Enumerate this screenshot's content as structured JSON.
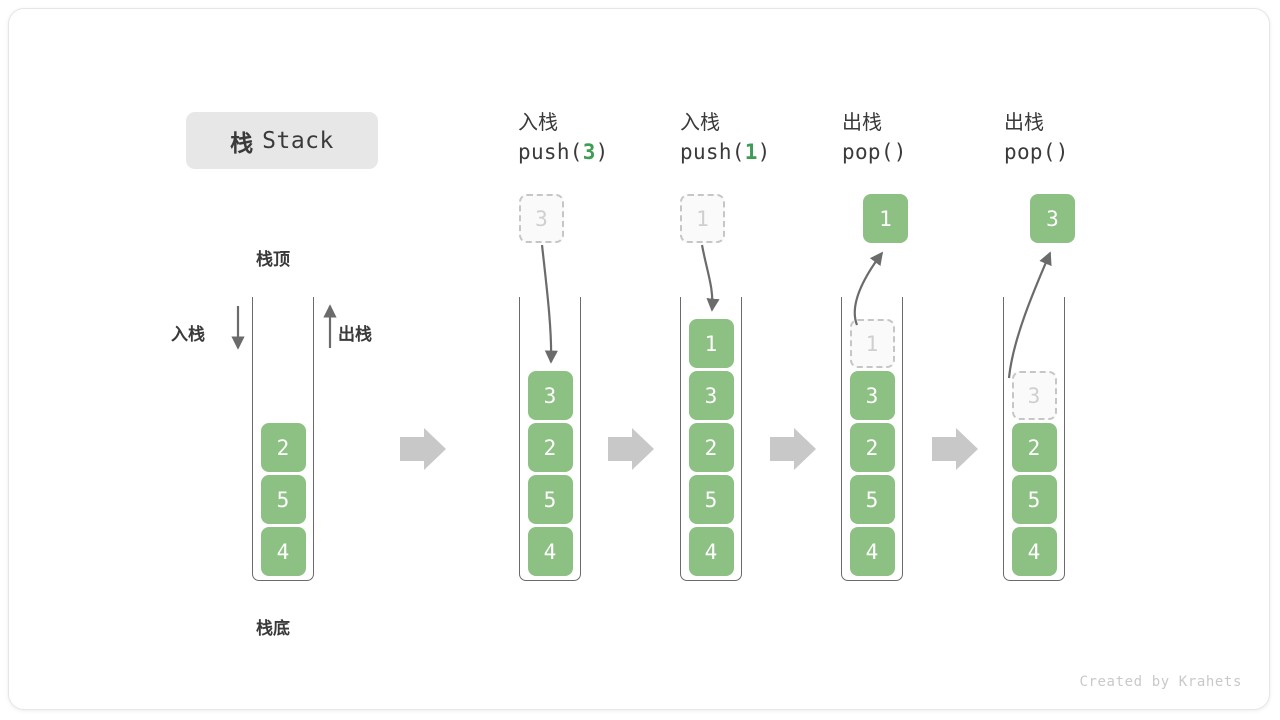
{
  "title": {
    "cn": "栈",
    "en": "Stack"
  },
  "labels": {
    "top": "栈顶",
    "bottom": "栈底",
    "push": "入栈",
    "pop": "出栈"
  },
  "credit": "Created by Krahets",
  "colors": {
    "cell_fill": "#8cc183",
    "cell_text": "#ffffff",
    "ghost_border": "#c6c6c6",
    "ghost_text": "#cfcfcf",
    "arg_green": "#3e9c56",
    "flow_arrow": "#c8c8c8",
    "stack_border": "#6b6b6b",
    "badge_bg": "#e7e7e7"
  },
  "initial_stack": {
    "cells": [
      "2",
      "5",
      "4"
    ]
  },
  "steps": [
    {
      "id": "push-3",
      "op_cn": "入栈",
      "code_prefix": "push(",
      "code_arg": "3",
      "code_suffix": ")",
      "float_cell": {
        "value": "3",
        "style": "ghost"
      },
      "cells": [
        {
          "value": "3",
          "style": "filled"
        },
        {
          "value": "2",
          "style": "filled"
        },
        {
          "value": "5",
          "style": "filled"
        },
        {
          "value": "4",
          "style": "filled"
        }
      ]
    },
    {
      "id": "push-1",
      "op_cn": "入栈",
      "code_prefix": "push(",
      "code_arg": "1",
      "code_suffix": ")",
      "float_cell": {
        "value": "1",
        "style": "ghost"
      },
      "cells": [
        {
          "value": "1",
          "style": "filled"
        },
        {
          "value": "3",
          "style": "filled"
        },
        {
          "value": "2",
          "style": "filled"
        },
        {
          "value": "5",
          "style": "filled"
        },
        {
          "value": "4",
          "style": "filled"
        }
      ]
    },
    {
      "id": "pop-1",
      "op_cn": "出栈",
      "code_prefix": "pop(",
      "code_arg": "",
      "code_suffix": ")",
      "float_cell": {
        "value": "1",
        "style": "filled"
      },
      "cells": [
        {
          "value": "1",
          "style": "ghost"
        },
        {
          "value": "3",
          "style": "filled"
        },
        {
          "value": "2",
          "style": "filled"
        },
        {
          "value": "5",
          "style": "filled"
        },
        {
          "value": "4",
          "style": "filled"
        }
      ]
    },
    {
      "id": "pop-3",
      "op_cn": "出栈",
      "code_prefix": "pop(",
      "code_arg": "",
      "code_suffix": ")",
      "float_cell": {
        "value": "3",
        "style": "filled"
      },
      "cells": [
        {
          "value": "3",
          "style": "ghost"
        },
        {
          "value": "2",
          "style": "filled"
        },
        {
          "value": "5",
          "style": "filled"
        },
        {
          "value": "4",
          "style": "filled"
        }
      ]
    }
  ]
}
